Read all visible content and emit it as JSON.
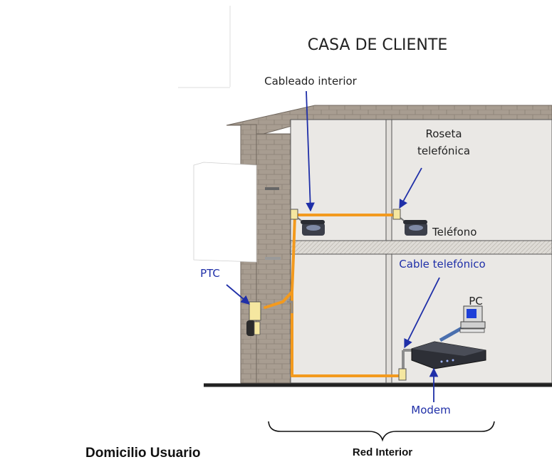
{
  "title": "CASA DE CLIENTE",
  "labels": {
    "cableado_interior": "Cableado interior",
    "roseta_line1": "Roseta",
    "roseta_line2": "telefónica",
    "telefono": "Teléfono",
    "cable_telefonico": "Cable telefónico",
    "ptc": "PTC",
    "pc": "PC",
    "modem": "Modem",
    "red_interior": "Red Interior",
    "domicilio_usuario": "Domicilio Usuario"
  },
  "colors": {
    "wall": "#e9e7e4",
    "brick": "#a59a8e",
    "cable": "#f39a1e",
    "arrow": "#1f2fa8",
    "ground": "#222222"
  }
}
